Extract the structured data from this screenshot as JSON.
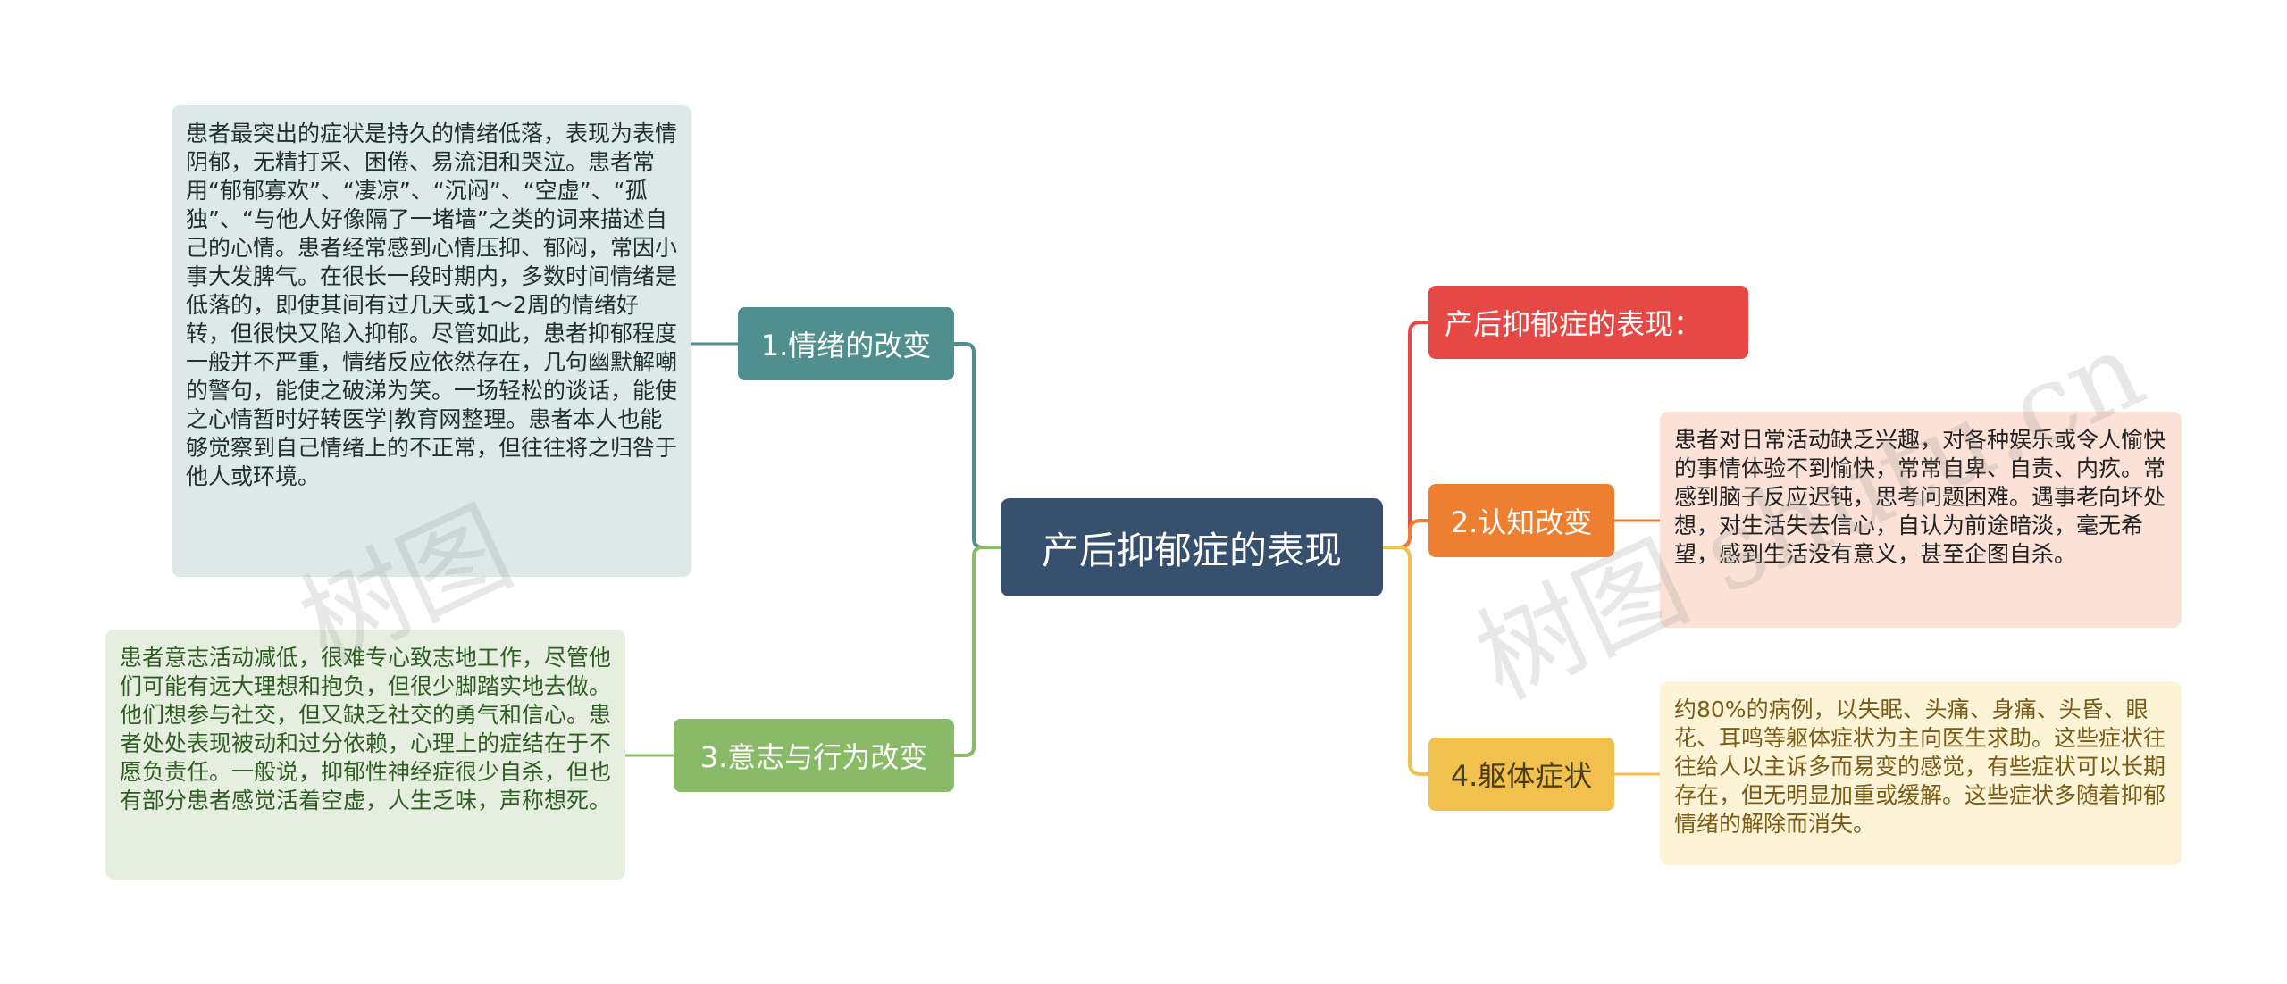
{
  "central": {
    "title": "产后抑郁症的表现"
  },
  "branches": {
    "b1": {
      "label": "1.情绪的改变",
      "color": "#4f8f8d"
    },
    "b3": {
      "label": "3.意志与行为改变",
      "color": "#88ba68"
    },
    "b0": {
      "label": "产后抑郁症的表现：",
      "color": "#e64845"
    },
    "b2": {
      "label": "2.认知改变",
      "color": "#ef7f30"
    },
    "b4": {
      "label": "4.躯体症状",
      "color": "#f2c04c"
    }
  },
  "details": {
    "d1": "患者最突出的症状是持久的情绪低落，表现为表情阴郁，无精打采、困倦、易流泪和哭泣。患者常用“郁郁寡欢”、“凄凉”、“沉闷”、“空虚”、“孤独”、“与他人好像隔了一堵墙”之类的词来描述自己的心情。患者经常感到心情压抑、郁闷，常因小事大发脾气。在很长一段时期内，多数时间情绪是低落的，即使其间有过几天或1～2周的情绪好转，但很快又陷入抑郁。尽管如此，患者抑郁程度一般并不严重，情绪反应依然存在，几句幽默解嘲的警句，能使之破涕为笑。一场轻松的谈话，能使之心情暂时好转医学|教育网整理。患者本人也能够觉察到自己情绪上的不正常，但往往将之归咎于他人或环境。",
    "d3": "患者意志活动减低，很难专心致志地工作，尽管他们可能有远大理想和抱负，但很少脚踏实地去做。他们想参与社交，但又缺乏社交的勇气和信心。患者处处表现被动和过分依赖，心理上的症结在于不愿负责任。一般说，抑郁性神经症很少自杀，但也有部分患者感觉活着空虚，人生乏味，声称想死。",
    "d2": "患者对日常活动缺乏兴趣，对各种娱乐或令人愉快的事情体验不到愉快，常常自卑、自责、内疚。常感到脑子反应迟钝，思考问题困难。遇事老向坏处想，对生活失去信心，自认为前途暗淡，毫无希望，感到生活没有意义，甚至企图自杀。",
    "d4": "约80%的病例，以失眠、头痛、身痛、头昏、眼花、耳鸣等躯体症状为主向医生求助。这些症状往往给人以主诉多而易变的感觉，有些症状可以长期存在，但无明显加重或缓解。这些症状多随着抑郁情绪的解除而消失。"
  },
  "watermark": {
    "left": "树图",
    "right": "树图 shutu.cn"
  }
}
